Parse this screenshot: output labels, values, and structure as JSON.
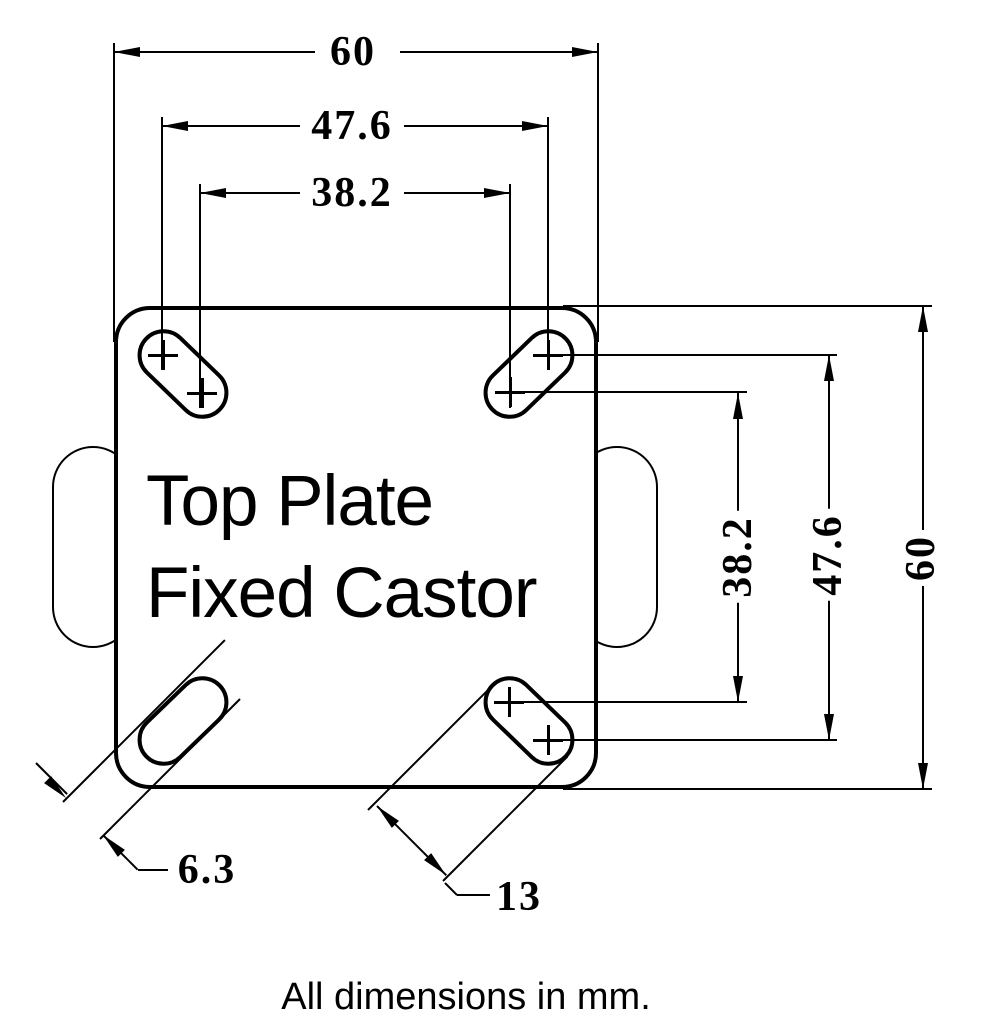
{
  "labels": {
    "title_line1": "Top Plate",
    "title_line2": "Fixed Castor",
    "note": "All dimensions in mm."
  },
  "dimensions": {
    "top_width": "60",
    "top_hole_outer": "47.6",
    "top_hole_inner": "38.2",
    "right_height": "60",
    "right_hole_outer": "47.6",
    "right_hole_inner": "38.2",
    "slot_width": "6.3",
    "slot_length": "13"
  },
  "colors": {
    "line": "#000000",
    "background": "#ffffff"
  }
}
